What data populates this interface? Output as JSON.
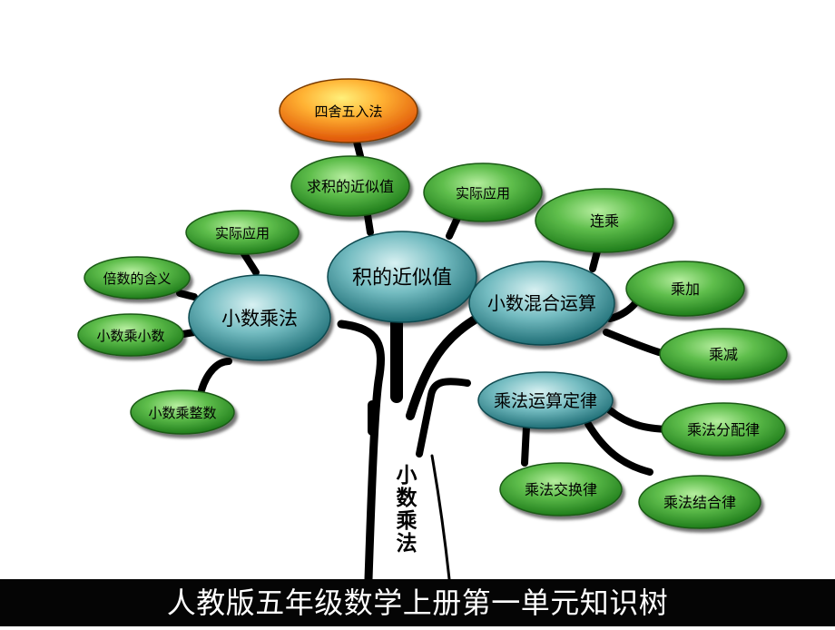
{
  "nodes": {
    "sishe": "四舍五入法",
    "qiuji": "求积的近似值",
    "shiji_top": "实际应用",
    "lianc": "连乘",
    "shiji_left": "实际应用",
    "beishu": "倍数的含义",
    "xscx": "小数乘小数",
    "xscz": "小数乘整数",
    "jidejinsi": "积的近似值",
    "xiaoshuchengfa": "小数乘法",
    "hunhe": "小数混合运算",
    "chengjia": "乘加",
    "chengjian": "乘减",
    "dinglv": "乘法运算定律",
    "fenpei": "乘法分配律",
    "jiaohuan": "乘法交换律",
    "jiehe": "乘法结合律"
  },
  "trunk_label": "小数乘法",
  "footer_title": "人教版五年级数学上册第一单元知识树",
  "colors": {
    "leaf": "#2e9a2a",
    "hub": "#2f8f97",
    "orange": "#f07a18",
    "background": "#ffffff",
    "footer": "#050505",
    "branch": "#000000"
  }
}
